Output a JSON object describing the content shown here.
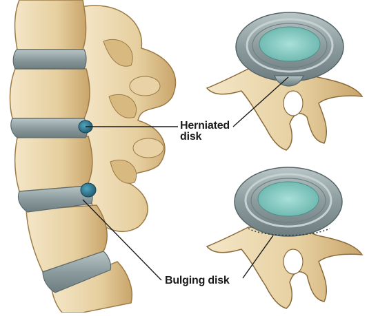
{
  "labels": {
    "herniated_line1": "Herniated",
    "herniated_line2": "disk",
    "bulging": "Bulging disk"
  },
  "colors": {
    "bone": "#e9d6ad",
    "bone_shade": "#c9a56b",
    "bone_outline": "#8a6a3a",
    "disk": "#9aa8aa",
    "disk_dark": "#6d7d80",
    "nucleus": "#7ec9c2",
    "bulge_blue": "#2e6f86",
    "text": "#1a1a1a"
  },
  "icons": {
    "left_panel": "lumbar-spine-side-view",
    "top_right": "vertebra-top-view-herniated",
    "bottom_right": "vertebra-top-view-bulging"
  }
}
